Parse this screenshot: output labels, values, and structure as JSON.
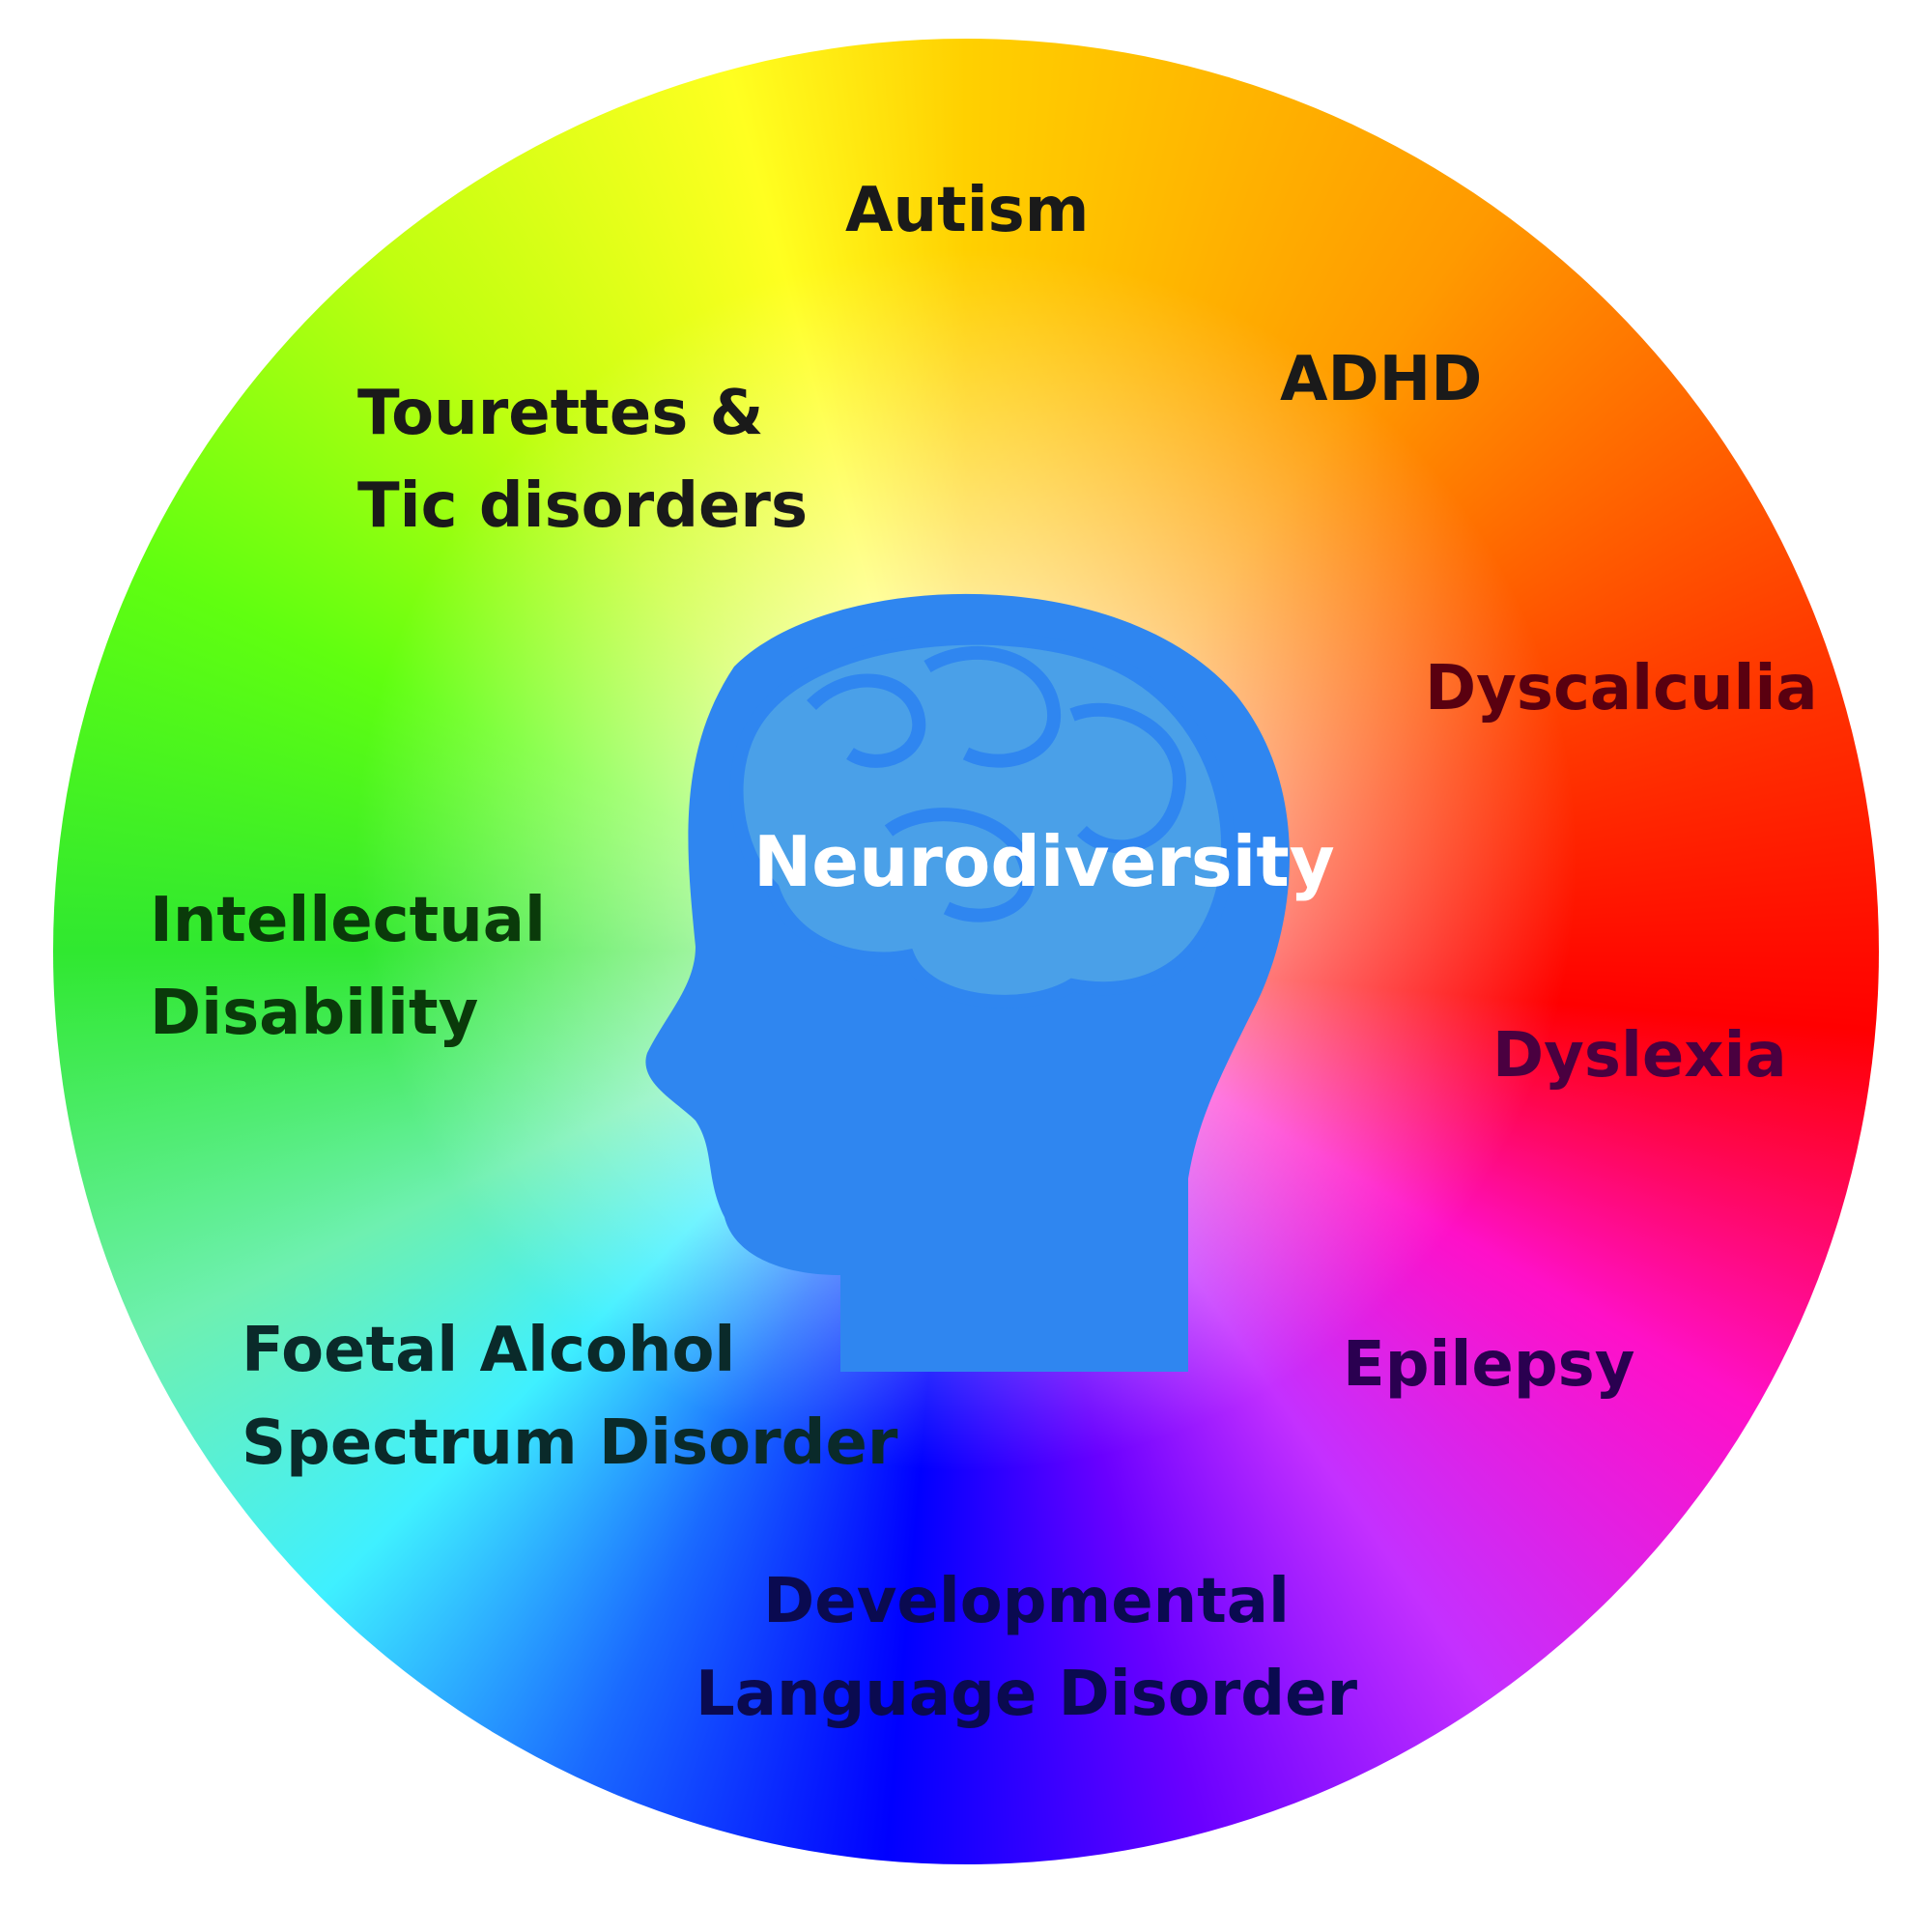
{
  "center": {
    "title": "Neurodiversity",
    "head_color": "#2f86f0",
    "brain_color": "#4aa0e8",
    "title_color": "#ffffff"
  },
  "labels": [
    {
      "id": "autism",
      "lines": [
        "Autism"
      ],
      "color": "#1a1a1a"
    },
    {
      "id": "adhd",
      "lines": [
        "ADHD"
      ],
      "color": "#1a1a1a"
    },
    {
      "id": "tourettes",
      "lines": [
        "Tourettes &",
        "Tic disorders"
      ],
      "color": "#1a1a1a"
    },
    {
      "id": "dyscalculia",
      "lines": [
        "Dyscalculia"
      ],
      "color": "#5a0010"
    },
    {
      "id": "intellectual",
      "lines": [
        "Intellectual",
        "Disability"
      ],
      "color": "#0a3a0a"
    },
    {
      "id": "dyslexia",
      "lines": [
        "Dyslexia"
      ],
      "color": "#4a0040"
    },
    {
      "id": "foetal",
      "lines": [
        "Foetal Alcohol",
        "Spectrum Disorder"
      ],
      "color": "#0a2a2a"
    },
    {
      "id": "epilepsy",
      "lines": [
        "Epilepsy"
      ],
      "color": "#2a0050"
    },
    {
      "id": "dld",
      "lines": [
        "Developmental",
        "Language Disorder"
      ],
      "color": "#0a0a50"
    }
  ]
}
